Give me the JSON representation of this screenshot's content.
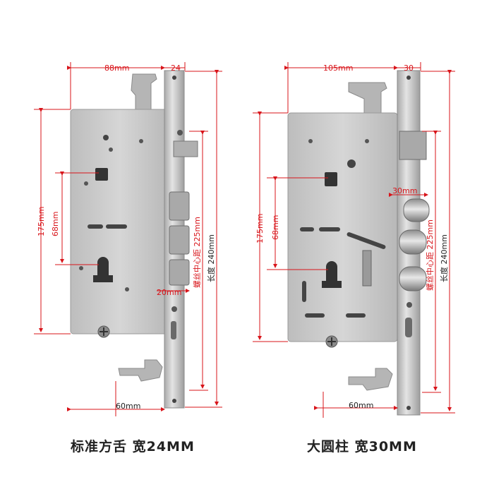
{
  "left_lock": {
    "caption": "标准方舌 宽24MM",
    "dims": {
      "top_width": "88mm",
      "faceplate_width": "24",
      "height_175": "175mm",
      "height_68": "68mm",
      "screw_distance": "螺丝中心距 225mm",
      "length": "长度 240mm",
      "bolt_depth": "20mm",
      "bottom_width": "60mm"
    }
  },
  "right_lock": {
    "caption": "大圆柱 宽30MM",
    "dims": {
      "top_width": "105mm",
      "faceplate_width": "30",
      "height_175": "175mm",
      "height_68": "68mm",
      "screw_distance": "螺丝中心距 225mm",
      "length": "长度 240mm",
      "bolt_depth": "30mm",
      "bottom_width": "60mm"
    }
  },
  "colors": {
    "dimension": "#d8141a",
    "steel": "#c9c9c9"
  }
}
